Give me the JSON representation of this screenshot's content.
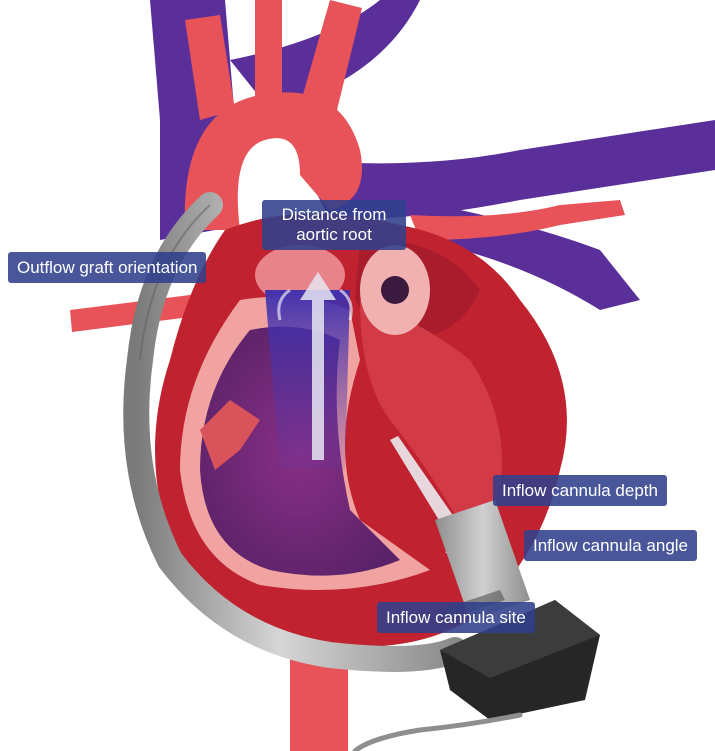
{
  "labels": {
    "distance": {
      "line1": "Distance from",
      "line2": "aortic root"
    },
    "outflow": "Outflow graft orientation",
    "inflow_depth": "Inflow cannula depth",
    "inflow_angle": "Inflow cannula angle",
    "inflow_site": "Inflow cannula site"
  },
  "colors": {
    "artery_red": "#e8535a",
    "vein_purple": "#5a2f9a",
    "myocardium": "#c0222f",
    "chamber_pink": "#f0a3a0",
    "ventricle_purple": "#6a2a78",
    "graft_gray": "#a6a6a6",
    "pump_black": "#262626",
    "label_blue": "#30408c"
  }
}
